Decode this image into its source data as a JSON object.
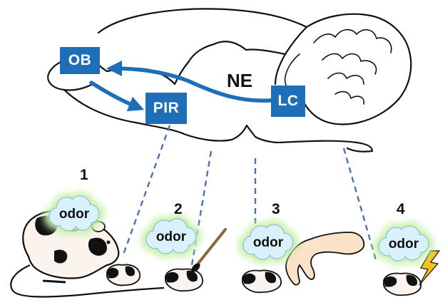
{
  "brain": {
    "regions": {
      "ob": "OB",
      "pir": "PIR",
      "lc": "LC"
    },
    "pathway_label": "NE",
    "box_color": "#1f6fb8",
    "arrow_color": "#1f6fb8",
    "dash_color": "#4b72b0"
  },
  "panels": [
    {
      "number": "1",
      "cloud": "odor",
      "scene": "pup with anesthetized adult"
    },
    {
      "number": "2",
      "cloud": "odor",
      "scene": "pup stroked with brush"
    },
    {
      "number": "3",
      "cloud": "odor",
      "scene": "pup handled by human hand"
    },
    {
      "number": "4",
      "cloud": "odor",
      "scene": "pup with shock"
    }
  ],
  "colors": {
    "cloud_fill": "#d9f1fb",
    "cloud_glow": "#c8f0a8",
    "shock": "#f2c21b"
  }
}
